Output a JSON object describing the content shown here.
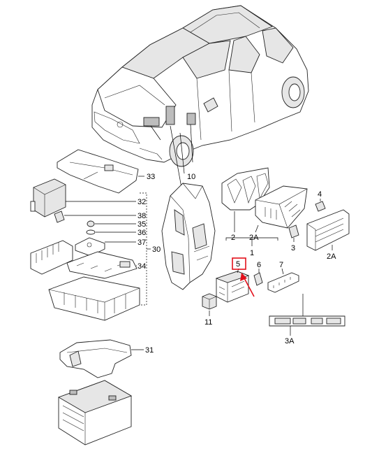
{
  "accent_color": "#e3101b",
  "callouts": {
    "c1": "1",
    "c2": "2",
    "c2a_mid": "2A",
    "c2a_right": "2A",
    "c3": "3",
    "c3a": "3A",
    "c4": "4",
    "c5": "5",
    "c6": "6",
    "c7": "7",
    "c10": "10",
    "c11": "11",
    "c30": "30",
    "c31": "31",
    "c32": "32",
    "c33": "33",
    "c34": "34",
    "c35": "35",
    "c36": "36",
    "c37": "37",
    "c38": "38"
  }
}
